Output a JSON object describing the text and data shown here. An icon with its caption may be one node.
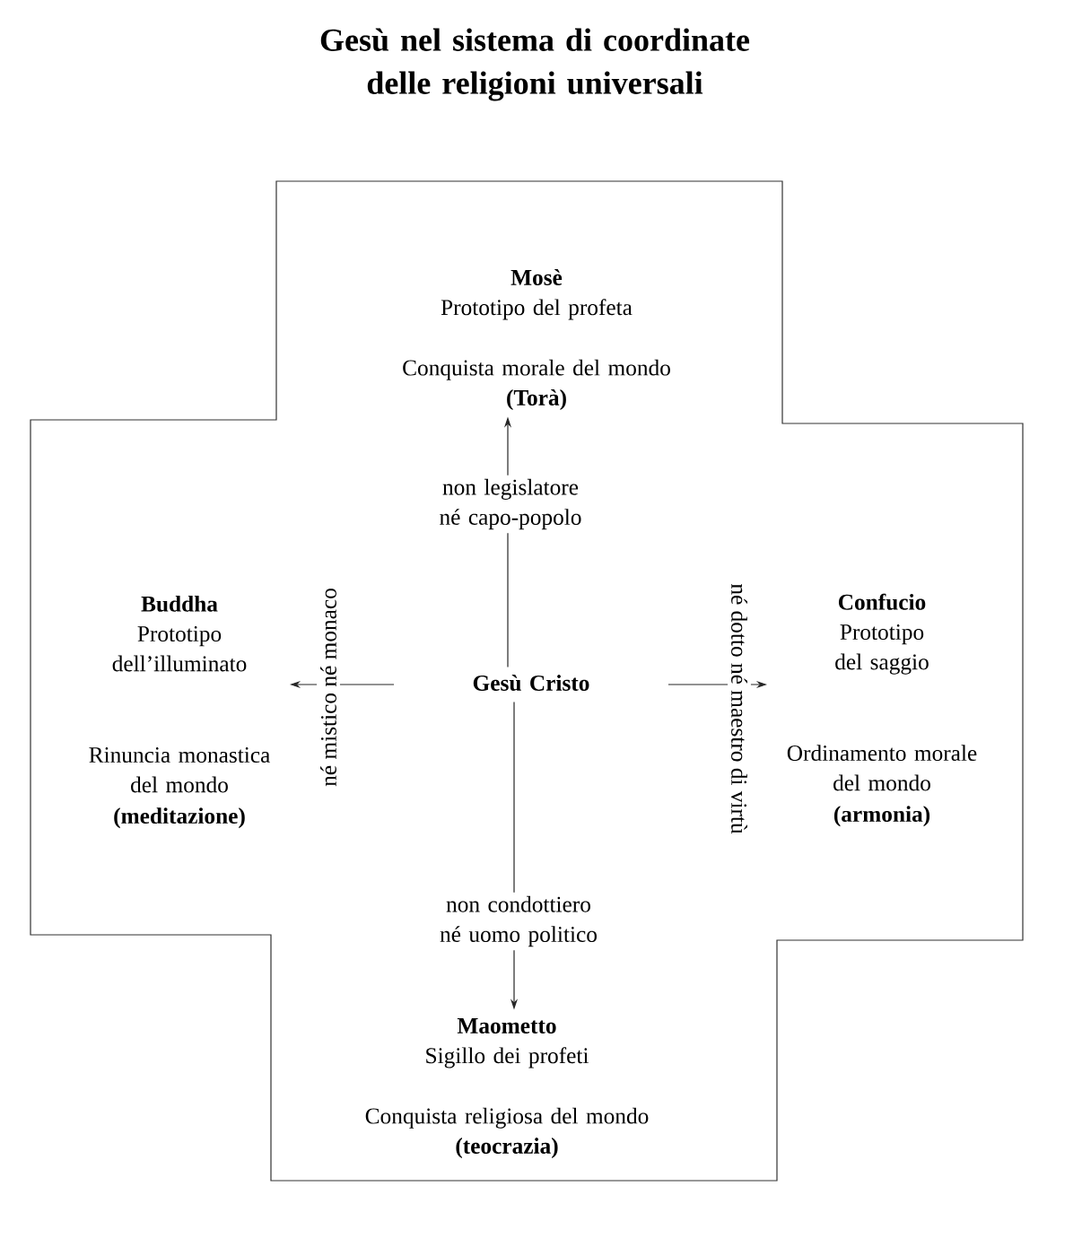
{
  "diagram": {
    "title": "Gesù nel sistema di coordinate delle religioni universali",
    "nodes": [
      {
        "text": [],
        "shape": "cross"
      },
      {
        "text": [
          "Mosè",
          "Prototipo del profeta",
          "Conquista morale del mondo",
          "(Torà)"
        ],
        "in": 0
      },
      {
        "text": [
          "Buddha",
          "Prototipo dell’illuminato",
          "Rinuncia monastica del mondo",
          "(meditazione)"
        ],
        "in": 0
      },
      {
        "text": [
          "Gesù Cristo"
        ],
        "in": 0
      },
      {
        "text": [
          "Confucio",
          "Prototipo del saggio",
          "Ordinamento morale del mondo",
          "(armonia)"
        ],
        "in": 0
      },
      {
        "text": [
          "Maometto",
          "Sigillo dei profeti",
          "Conquista religiosa del mondo",
          "(teocrazia)"
        ],
        "in": 0
      }
    ],
    "edges": [
      {
        "from": 3,
        "to": 1,
        "arrow": "to",
        "label": "non legislatore né capo-popolo"
      },
      {
        "from": 3,
        "to": 2,
        "arrow": "to",
        "label": "né mistico né monaco"
      },
      {
        "from": 3,
        "to": 4,
        "arrow": "to",
        "label": "né dotto né maestro di virtù"
      },
      {
        "from": 3,
        "to": 5,
        "arrow": "to",
        "label": "non condottiero né uomo politico"
      }
    ]
  }
}
